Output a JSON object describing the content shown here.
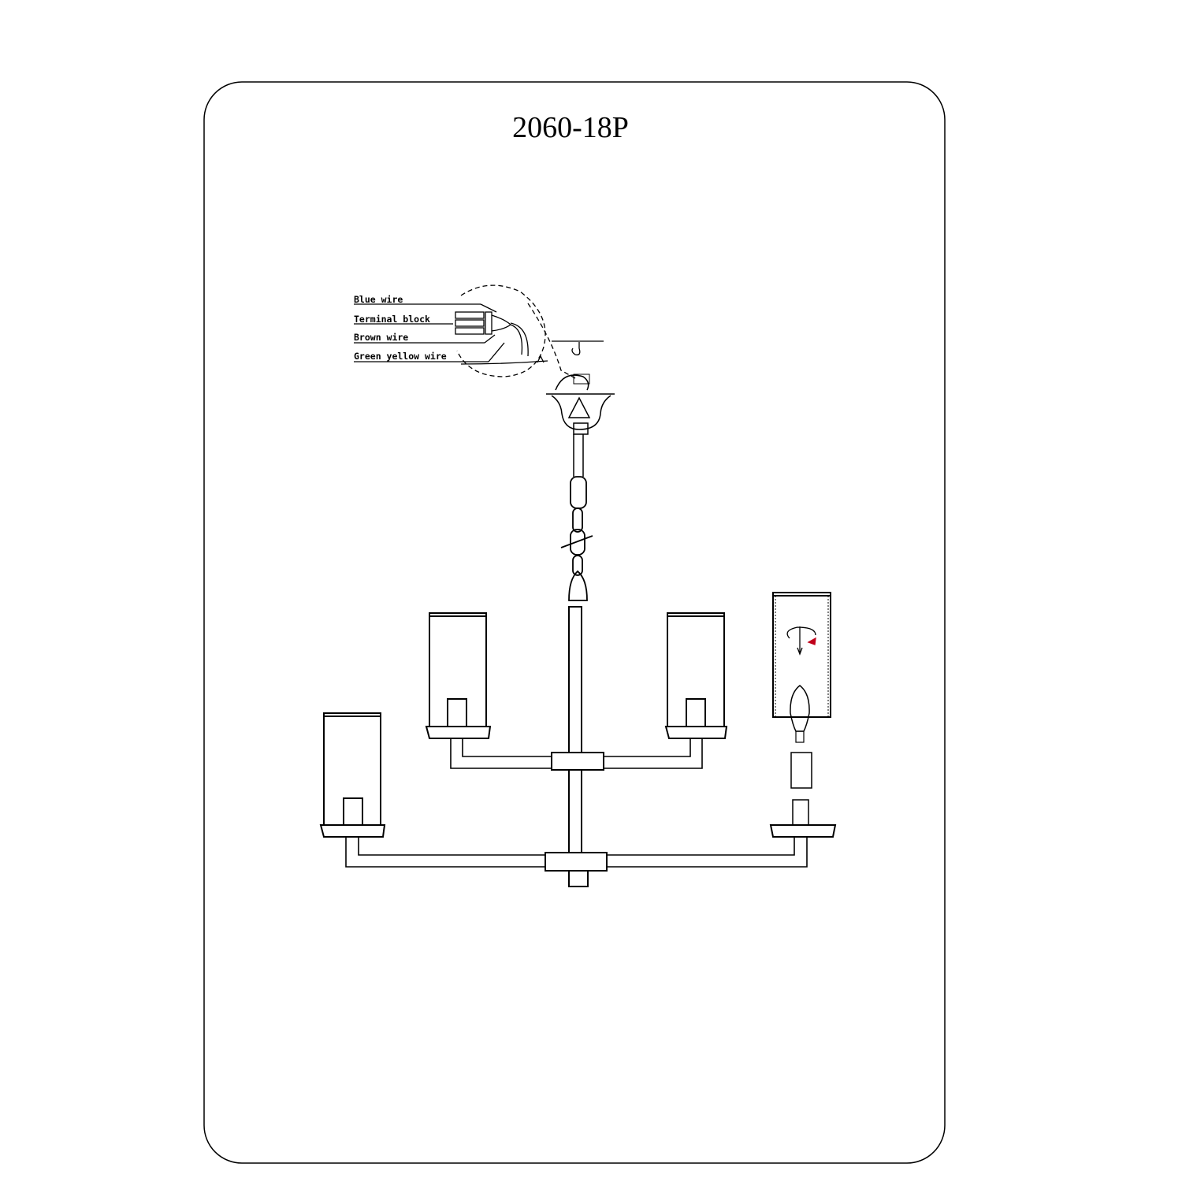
{
  "title": "2060-18P",
  "wiring_labels": {
    "blue_wire": "Blue wire",
    "terminal_block": "Terminal block",
    "brown_wire": "Brown wire",
    "green_yellow_wire": "Green yellow wire"
  },
  "colors": {
    "line": "#000000",
    "rotation_arrow": "#c0001a"
  }
}
